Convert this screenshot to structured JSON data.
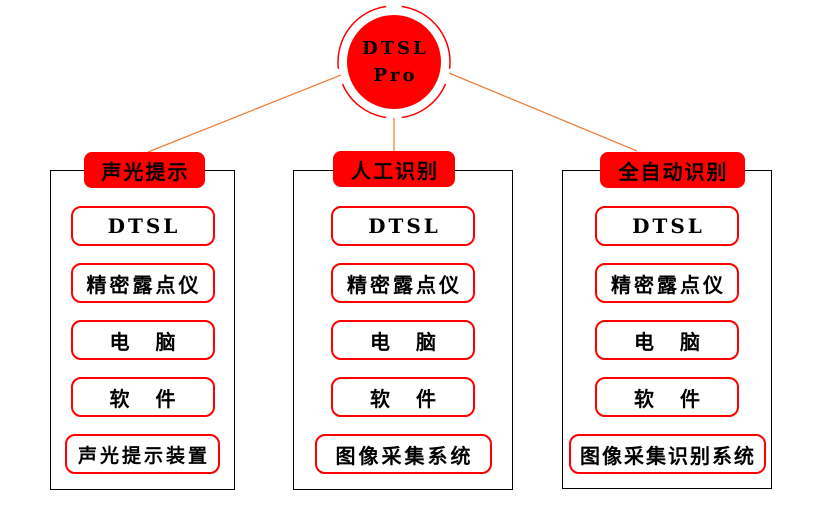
{
  "root": {
    "label_line1": "DTSL",
    "label_line2": "Pro"
  },
  "columns": [
    {
      "header": "声光提示",
      "items": [
        "DTSL",
        "精密露点仪",
        "电　脑",
        "软　件",
        "声光提示装置"
      ]
    },
    {
      "header": "人工识别",
      "items": [
        "DTSL",
        "精密露点仪",
        "电　脑",
        "软　件",
        "图像采集系统"
      ]
    },
    {
      "header": "全自动识别",
      "items": [
        "DTSL",
        "精密露点仪",
        "电　脑",
        "软　件",
        "图像采集识别系统"
      ]
    }
  ],
  "colors": {
    "node_red": "#ff0000",
    "connector_orange": "#ed8040",
    "outline_black": "#000000",
    "text_black": "#000000",
    "box_background": "#ffffff"
  }
}
